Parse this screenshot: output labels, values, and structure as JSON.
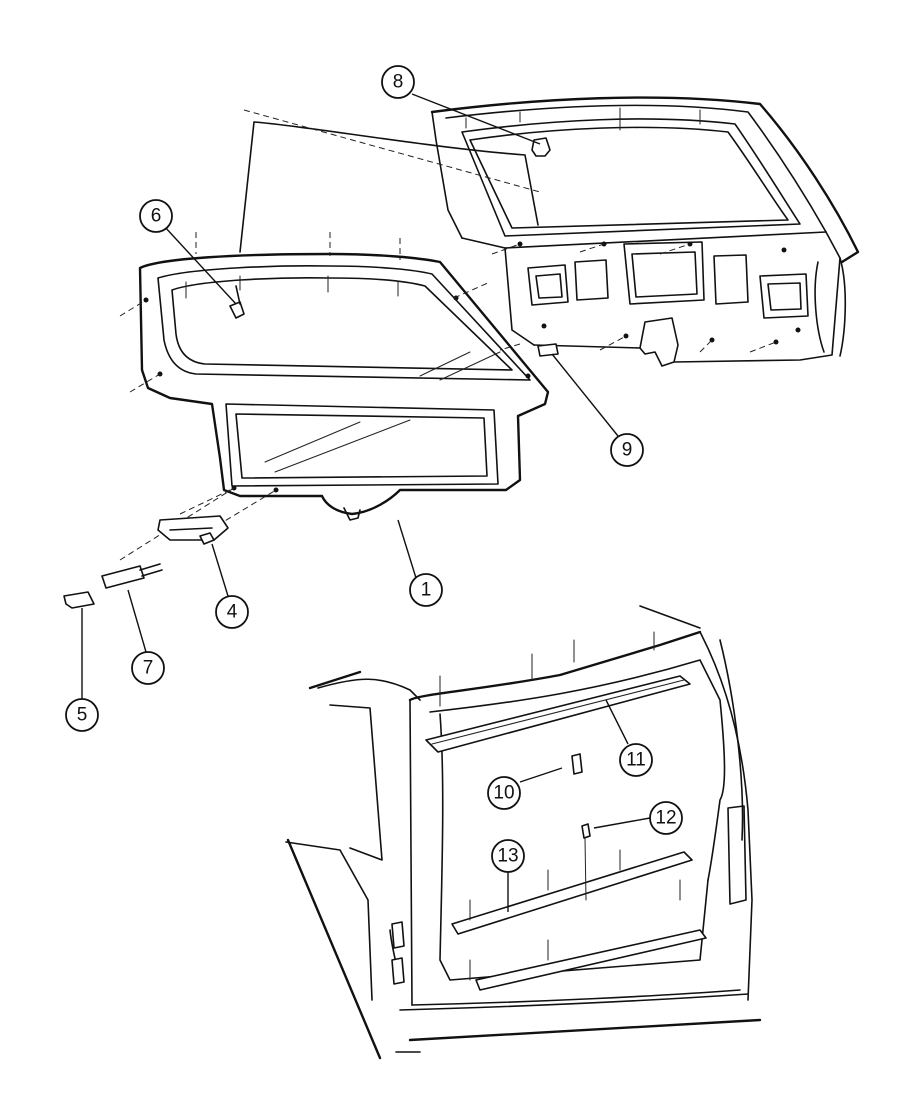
{
  "callouts": [
    {
      "id": "c8",
      "label": "8"
    },
    {
      "id": "c6",
      "label": "6"
    },
    {
      "id": "c9",
      "label": "9"
    },
    {
      "id": "c1",
      "label": "1"
    },
    {
      "id": "c4",
      "label": "4"
    },
    {
      "id": "c7",
      "label": "7"
    },
    {
      "id": "c5",
      "label": "5"
    },
    {
      "id": "c11",
      "label": "11"
    },
    {
      "id": "c10",
      "label": "10"
    },
    {
      "id": "c12",
      "label": "12"
    },
    {
      "id": "c13",
      "label": "13"
    }
  ]
}
